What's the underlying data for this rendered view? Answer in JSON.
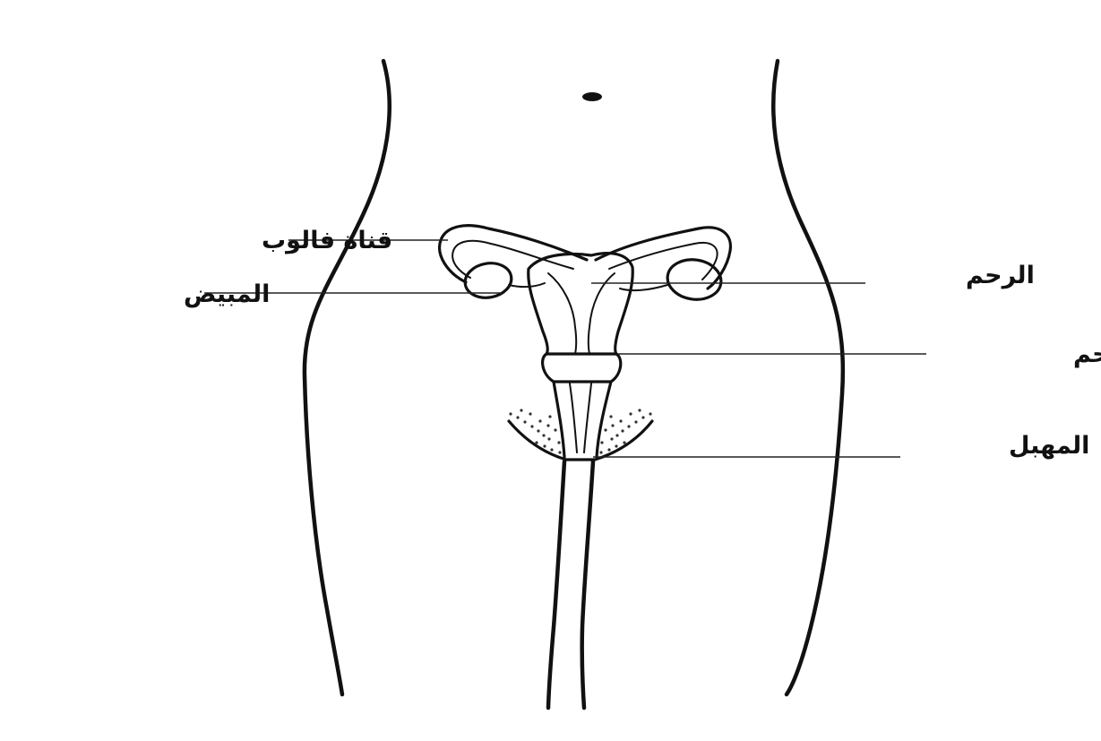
{
  "diagram": {
    "labels": {
      "fallopian_tube": "قناة فالوب",
      "ovary": "المبيض",
      "uterus": "الرحم",
      "cervix": "عنق الرحم",
      "vagina": "المهبل"
    },
    "colors": {
      "line": "#111111",
      "background": "#ffffff"
    }
  }
}
